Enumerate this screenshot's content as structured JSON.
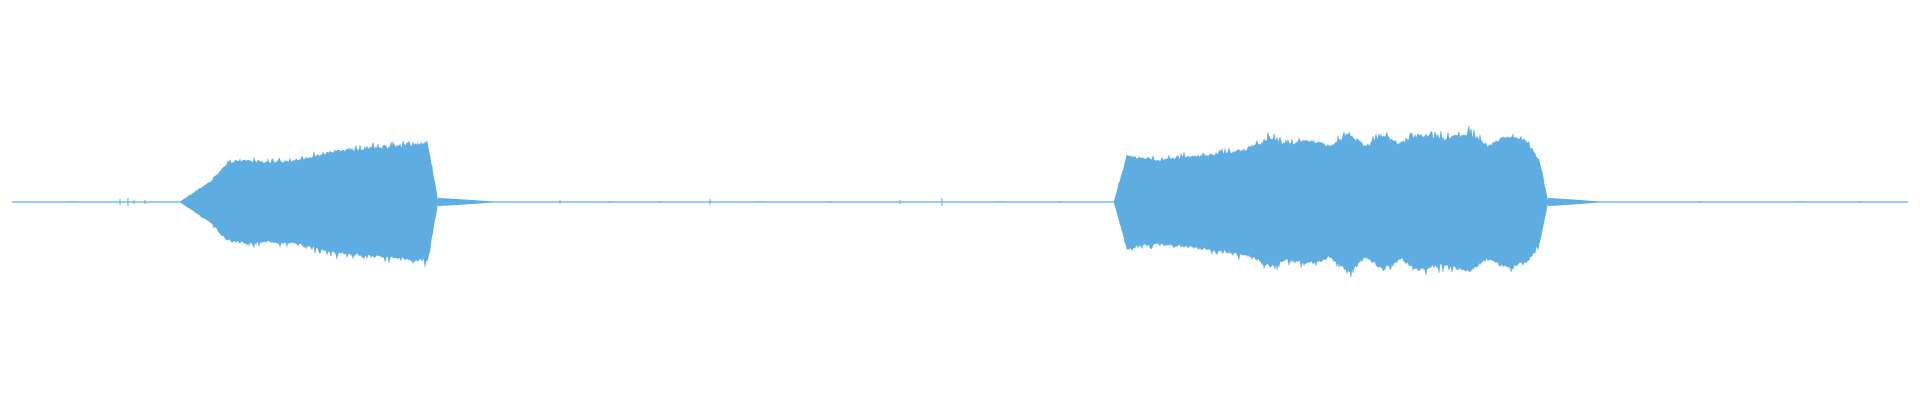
{
  "waveform": {
    "color": "#5dade2",
    "background": "#ffffff",
    "regions": [
      {
        "name": "sound-segment-1",
        "envelope": [
          [
            0.0,
            0.0
          ],
          [
            0.12,
            0.3
          ],
          [
            0.18,
            0.55
          ],
          [
            0.25,
            0.6
          ],
          [
            0.35,
            0.58
          ],
          [
            0.45,
            0.6
          ],
          [
            0.52,
            0.66
          ],
          [
            0.6,
            0.74
          ],
          [
            0.7,
            0.78
          ],
          [
            0.8,
            0.8
          ],
          [
            0.9,
            0.84
          ],
          [
            0.96,
            0.85
          ],
          [
            1.0,
            0.0
          ]
        ]
      },
      {
        "name": "sound-segment-2",
        "envelope": [
          [
            0.0,
            0.0
          ],
          [
            0.03,
            0.62
          ],
          [
            0.1,
            0.56
          ],
          [
            0.2,
            0.62
          ],
          [
            0.3,
            0.7
          ],
          [
            0.36,
            0.86
          ],
          [
            0.4,
            0.78
          ],
          [
            0.45,
            0.83
          ],
          [
            0.5,
            0.74
          ],
          [
            0.54,
            0.93
          ],
          [
            0.58,
            0.74
          ],
          [
            0.62,
            0.9
          ],
          [
            0.66,
            0.76
          ],
          [
            0.7,
            0.9
          ],
          [
            0.76,
            0.85
          ],
          [
            0.82,
            0.92
          ],
          [
            0.86,
            0.74
          ],
          [
            0.9,
            0.88
          ],
          [
            0.95,
            0.82
          ],
          [
            0.98,
            0.56
          ],
          [
            1.0,
            0.0
          ]
        ]
      }
    ]
  }
}
